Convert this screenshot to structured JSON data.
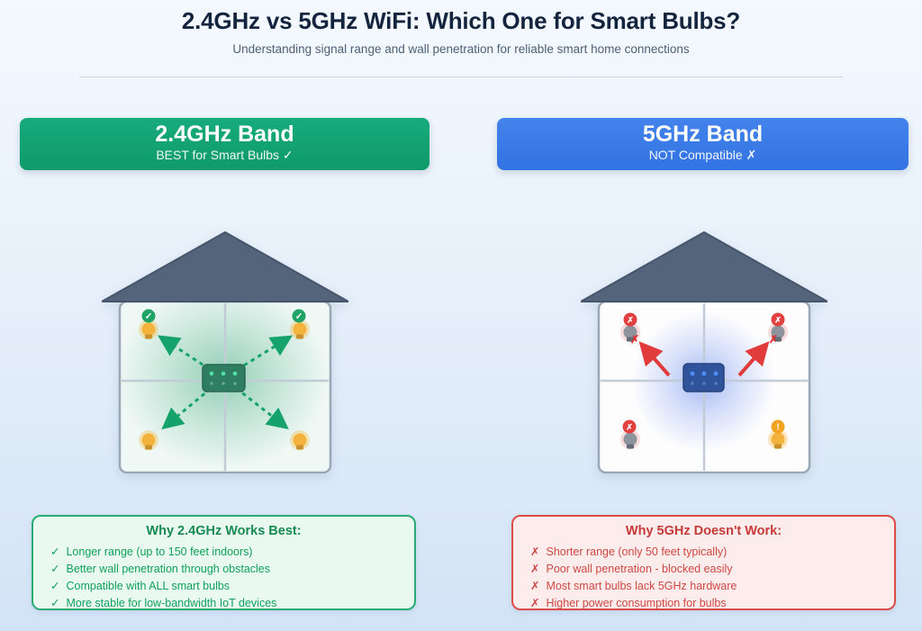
{
  "header": {
    "title": "2.4GHz vs 5GHz WiFi: Which One for Smart Bulbs?",
    "subtitle": "Understanding signal range and wall penetration for reliable smart home connections"
  },
  "bands": {
    "band_24": {
      "title": "2.4GHz Band",
      "subtitle": "BEST for Smart Bulbs ✓",
      "color": "#12a173"
    },
    "band_5": {
      "title": "5GHz Band",
      "subtitle": "NOT Compatible ✗",
      "color": "#3b7ce8"
    }
  },
  "icons": {
    "check": "✓",
    "cross": "✗",
    "warning": "!"
  },
  "why_boxes": {
    "best": {
      "title": "Why 2.4GHz Works Best:",
      "bullet": "✓",
      "items": [
        "Longer range (up to 150 feet indoors)",
        "Better wall penetration through obstacles",
        "Compatible with ALL smart bulbs",
        "More stable for low-bandwidth IoT devices"
      ]
    },
    "doesnt": {
      "title": "Why 5GHz Doesn't Work:",
      "bullet": "✗",
      "items": [
        "Shorter range (only 50 feet typically)",
        "Poor wall penetration - blocked easily",
        "Most smart bulbs lack 5GHz hardware",
        "Higher power consumption for bulbs"
      ]
    }
  },
  "colors": {
    "success_green": "#16a36b",
    "error_red": "#e23b3b",
    "warning_orange": "#f2a321",
    "roof_slate": "#54657b",
    "glow_24": "rgba(20,150,95,0.45)",
    "glow_5": "rgba(80,120,235,0.50)"
  }
}
